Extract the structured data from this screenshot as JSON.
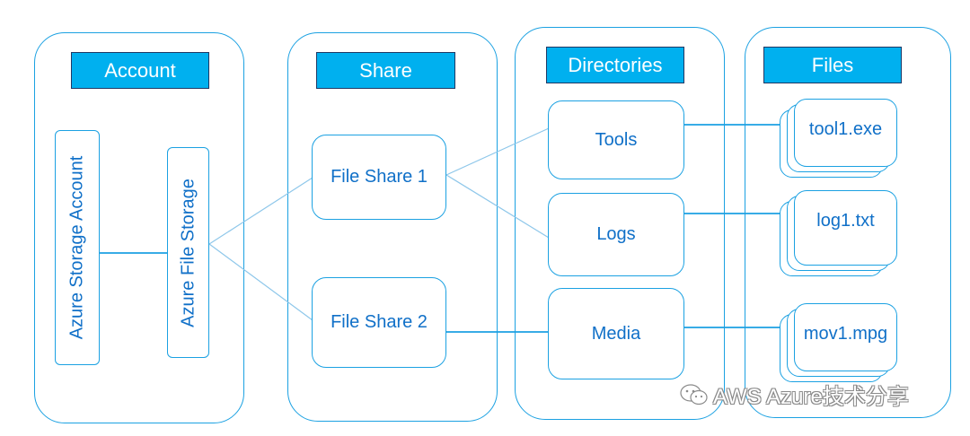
{
  "columns": {
    "account": {
      "header": "Account",
      "storage_account": "Azure Storage Account",
      "file_storage": "Azure File Storage"
    },
    "share": {
      "header": "Share",
      "share1": "File Share 1",
      "share2": "File Share 2"
    },
    "directories": {
      "header": "Directories",
      "tools": "Tools",
      "logs": "Logs",
      "media": "Media"
    },
    "files": {
      "header": "Files",
      "tool_file": "tool1.exe",
      "log_file": "log1.txt",
      "media_file": "mov1.mpg"
    }
  },
  "watermark": "AWS Azure技术分享",
  "colors": {
    "outline": "#1ba1e2",
    "header_fill": "#00b0ef",
    "header_border": "#1f3864",
    "text": "#1070c8"
  }
}
